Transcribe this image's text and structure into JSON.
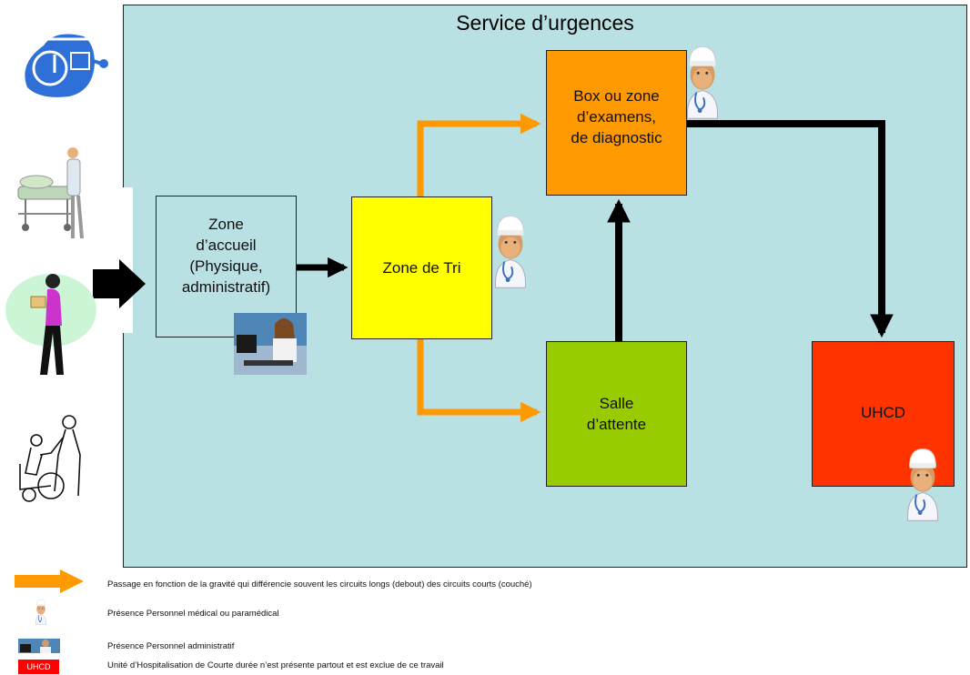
{
  "diagram": {
    "title": "Service d’urgences",
    "boxes": {
      "accueil": "Zone\nd’accueil\n(Physique,\nadministratif)",
      "tri": "Zone de Tri",
      "examens": "Box ou zone\nd’examens,\nde diagnostic",
      "salle": "Salle\nd’attente",
      "uhcd": "UHCD"
    }
  },
  "legend": {
    "orange_arrow": "Passage en fonction de la gravité qui différencie souvent les circuits longs (debout) des circuits courts (couché)",
    "medical_staff": "Présence Personnel médical ou paramédical",
    "admin_staff": "Présence Personnel administratif",
    "uhcd_chip": "UHCD",
    "uhcd_note": "Unité d’Hospitalisation de Courte durée n’est présente partout et est exclue de ce travail"
  },
  "colors": {
    "service_bg": "#b9e0e2",
    "tri": "#ffff00",
    "examens": "#ff9900",
    "salle": "#99cc00",
    "uhcd": "#ff3300",
    "orange_arrow": "#ff9900",
    "black_arrow": "#000000"
  },
  "icons": [
    "helicopter-icon",
    "stretcher-patient-icon",
    "walking-patient-icon",
    "wheelchair-patient-icon",
    "doctor-icon",
    "receptionist-icon"
  ]
}
